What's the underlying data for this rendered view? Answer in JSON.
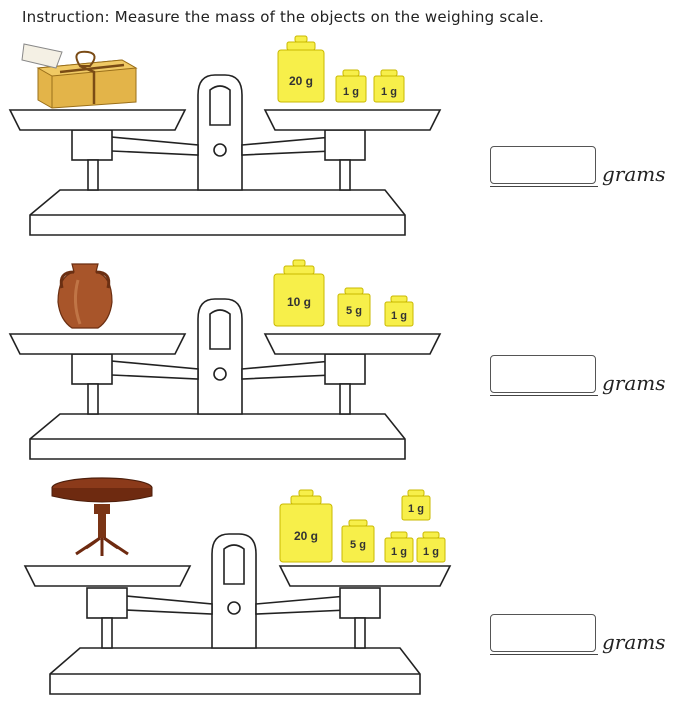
{
  "instruction": "Instruction: Measure the mass of the objects on the weighing scale.",
  "unit_label": "grams",
  "colors": {
    "weight_fill": "#f7ef4a",
    "weight_stroke": "#c9b800",
    "scale_stroke": "#222222"
  },
  "problems": [
    {
      "object": "parcel-icon",
      "weights": [
        "20 g",
        "1 g",
        "1 g"
      ],
      "answer": ""
    },
    {
      "object": "vase-icon",
      "weights": [
        "10 g",
        "5 g",
        "1 g"
      ],
      "answer": ""
    },
    {
      "object": "table-icon",
      "weights": [
        "20 g",
        "5 g",
        "1 g",
        "1 g",
        "1 g"
      ],
      "answer": ""
    }
  ]
}
